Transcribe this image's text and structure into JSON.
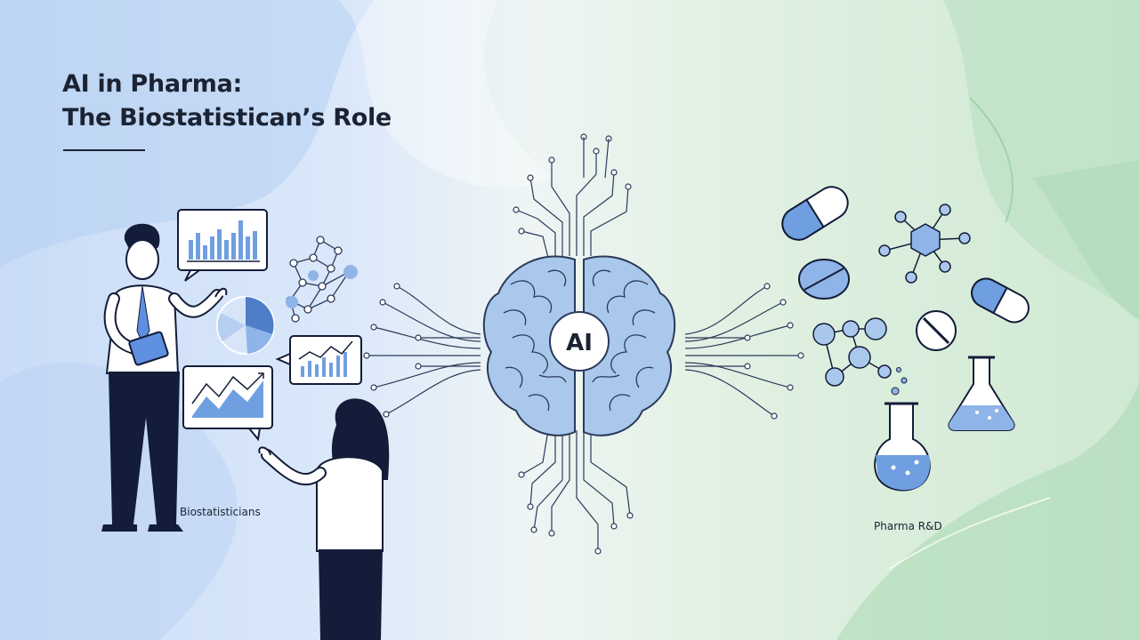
{
  "title": {
    "line1": "AI in Pharma:",
    "line2": "The Biostatistican’s Role"
  },
  "brain_label": "AI",
  "labels": {
    "biostatisticians": "Biostatisticians",
    "pharma_rd": "Pharma R&D"
  },
  "colors": {
    "title_ink": "#1b2333",
    "accent_blue": "#6f9fe0",
    "brain_fill": "#a9c8ec",
    "left_background": "#c9dcf6",
    "right_background": "#cfe9d2"
  },
  "icons": [
    "bar-chart-icon",
    "pie-chart-icon",
    "line-chart-icon",
    "area-chart-icon",
    "network-icon",
    "brain-icon",
    "capsule-icon",
    "tablet-icon",
    "molecule-icon",
    "round-flask-icon",
    "conical-flask-icon"
  ]
}
